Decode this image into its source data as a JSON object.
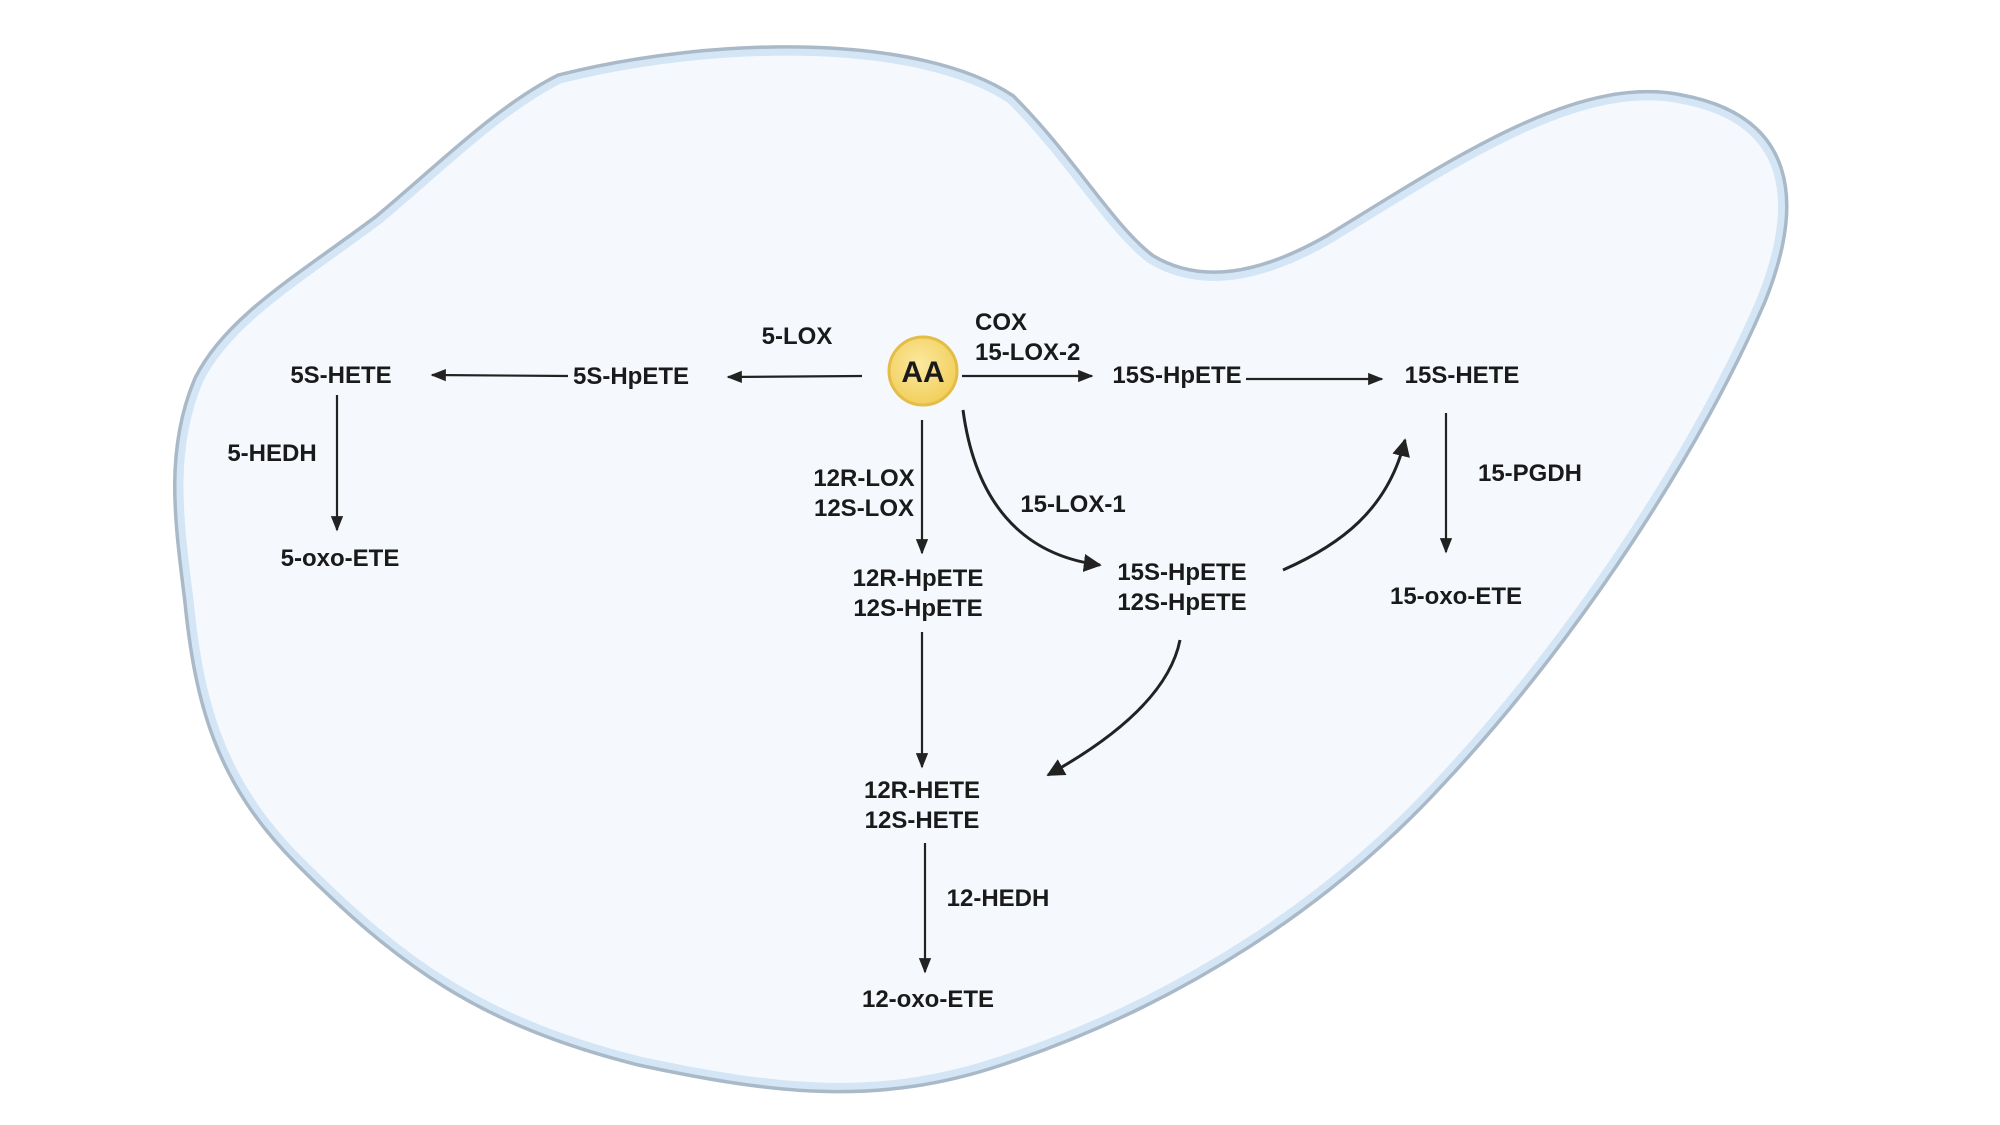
{
  "center": {
    "label": "AA",
    "fill": "#f7dc7a",
    "stroke": "#e3bd46"
  },
  "cell": {
    "fill": "#f5f9fd",
    "membrane_outer": "#a9b9c8",
    "membrane_inner": "#d4e6f6"
  },
  "metabolites": {
    "m5s_hpete": "5S-HpETE",
    "m5s_hete": "5S-HETE",
    "m5_oxo_ete": "5-oxo-ETE",
    "m15s_hpete": "15S-HpETE",
    "m15s_hete": "15S-HETE",
    "m15_oxo_ete": "15-oxo-ETE",
    "m12_hpete_r": "12R-HpETE",
    "m12_hpete_s": "12S-HpETE",
    "m15s12s_a": "15S-HpETE",
    "m15s12s_b": "12S-HpETE",
    "m12_hete_r": "12R-HETE",
    "m12_hete_s": "12S-HETE",
    "m12_oxo_ete": "12-oxo-ETE"
  },
  "enzymes": {
    "e5_lox": "5-LOX",
    "e5_hedh": "5-HEDH",
    "e_cox": "COX",
    "e15_lox2": "15-LOX-2",
    "e12r_lox": "12R-LOX",
    "e12s_lox": "12S-LOX",
    "e15_lox1": "15-LOX-1",
    "e15_pgdh": "15-PGDH",
    "e12_hedh": "12-HEDH"
  }
}
